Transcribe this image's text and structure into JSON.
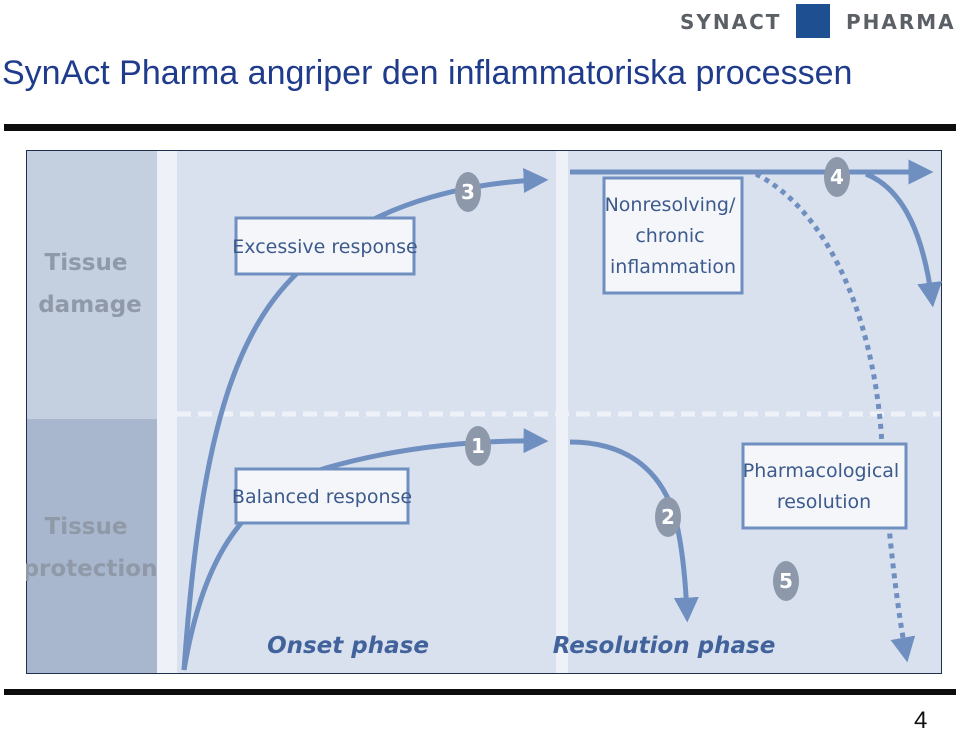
{
  "header": {
    "logo_left": "SYNACT",
    "logo_right": "PHARMA",
    "title": "SynAct Pharma angriper den inflammatoriska processen"
  },
  "diagram": {
    "side_labels": {
      "top": [
        "Tissue",
        "damage"
      ],
      "bottom": [
        "Tissue",
        "protection"
      ]
    },
    "boxes": {
      "excessive": "Excessive response",
      "balanced": "Balanced response",
      "nonresolving": [
        "Nonresolving/",
        "chronic",
        "inflammation"
      ],
      "pharmacological": [
        "Pharmacological",
        "resolution"
      ]
    },
    "phases": {
      "onset": "Onset phase",
      "resolution": "Resolution phase"
    },
    "markers": [
      "1",
      "2",
      "3",
      "4",
      "5"
    ],
    "colors": {
      "panel_bg": "#d9e1ee",
      "left_column_top": "#c4cfe0",
      "left_column_bottom": "#a8b7ce",
      "curve": "#6f8fc0",
      "marker": "#8d99ab"
    }
  },
  "footer": {
    "page_number": "4"
  }
}
